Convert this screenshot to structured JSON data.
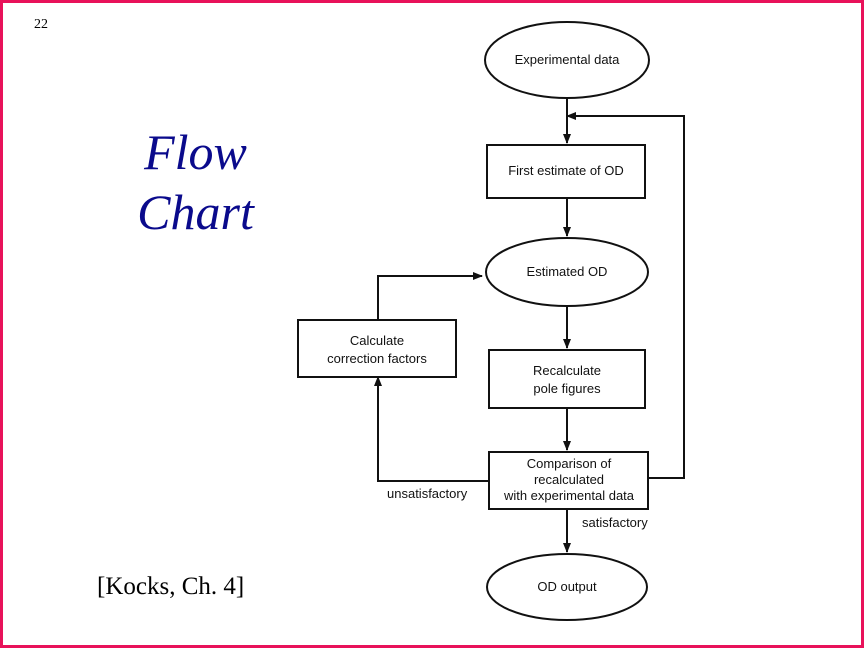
{
  "slide": {
    "page_number": "22",
    "title_line1": "Flow",
    "title_line2": "Chart",
    "citation": "[Kocks, Ch. 4]",
    "border_color": "#e8125a",
    "title_color": "#0a0a8c"
  },
  "flowchart": {
    "nodes": {
      "experimental_data": "Experimental data",
      "first_estimate": "First estimate of OD",
      "estimated_od": "Estimated OD",
      "recalculate_line1": "Recalculate",
      "recalculate_line2": "pole figures",
      "comparison_line1": "Comparison of",
      "comparison_line2": "recalculated",
      "comparison_line3": "with experimental data",
      "correction_line1": "Calculate",
      "correction_line2": "correction factors",
      "od_output": "OD output"
    },
    "edge_labels": {
      "unsatisfactory": "unsatisfactory",
      "satisfactory": "satisfactory"
    }
  }
}
